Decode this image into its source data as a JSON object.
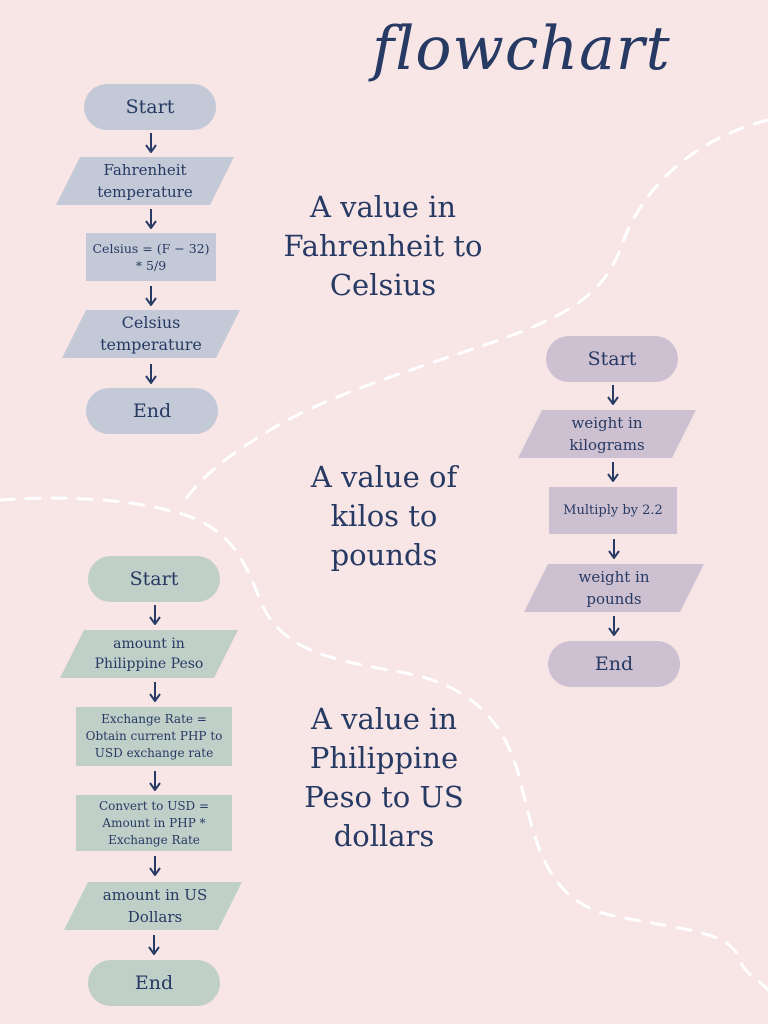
{
  "title": "flowchart",
  "colors": {
    "background": "#f8e5e6",
    "text": "#273a63",
    "fahrenheit_flow": "#c3c9d6",
    "kilos_flow": "#cdc0d1",
    "peso_flow": "#c0cfc8",
    "dashed_path": "#ffffff"
  },
  "fahrenheit_flow": {
    "start": "Start",
    "input": "Fahrenheit temperature",
    "process": "Celsius = (F − 32) * 5/9",
    "output": "Celsius temperature",
    "end": "End",
    "caption": "A value in Fahrenheit to Celsius"
  },
  "kilos_flow": {
    "start": "Start",
    "input": "weight in kilograms",
    "process": "Multiply by 2.2",
    "output": "weight in pounds",
    "end": "End",
    "caption": "A value of kilos to pounds"
  },
  "peso_flow": {
    "start": "Start",
    "input": "amount in Philippine Peso",
    "process_1": "Exchange Rate = Obtain current PHP to USD exchange rate",
    "process_2": "Convert to USD = Amount in PHP * Exchange Rate",
    "output": "amount in US Dollars",
    "end": "End",
    "caption": "A value in Philippine Peso to US dollars"
  }
}
